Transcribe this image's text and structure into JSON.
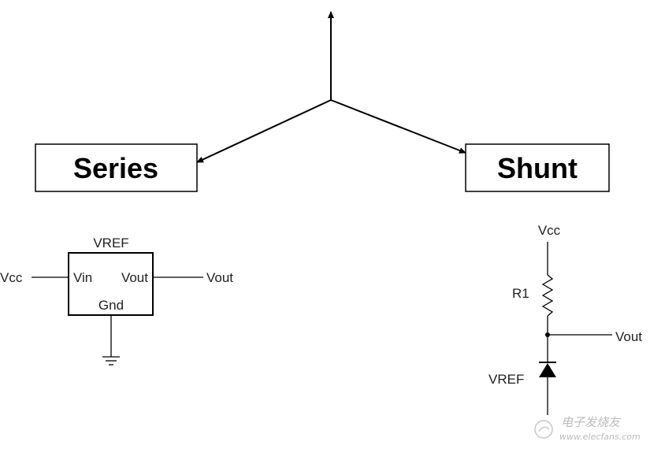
{
  "categories": {
    "series": "Series",
    "shunt": "Shunt"
  },
  "series_circuit": {
    "ref_label": "VREF",
    "vin_pin": "Vin",
    "vout_pin": "Vout",
    "gnd_pin": "Gnd",
    "input_label": "Vcc",
    "output_label": "Vout"
  },
  "shunt_circuit": {
    "supply_label": "Vcc",
    "resistor_label": "R1",
    "output_label": "Vout",
    "ref_label": "VREF"
  },
  "watermark": {
    "text": "电子发烧友",
    "url": "www.elecfans.com"
  },
  "colors": {
    "line": "#000000",
    "box_border": "#000000",
    "watermark": "#bbbbbb"
  }
}
